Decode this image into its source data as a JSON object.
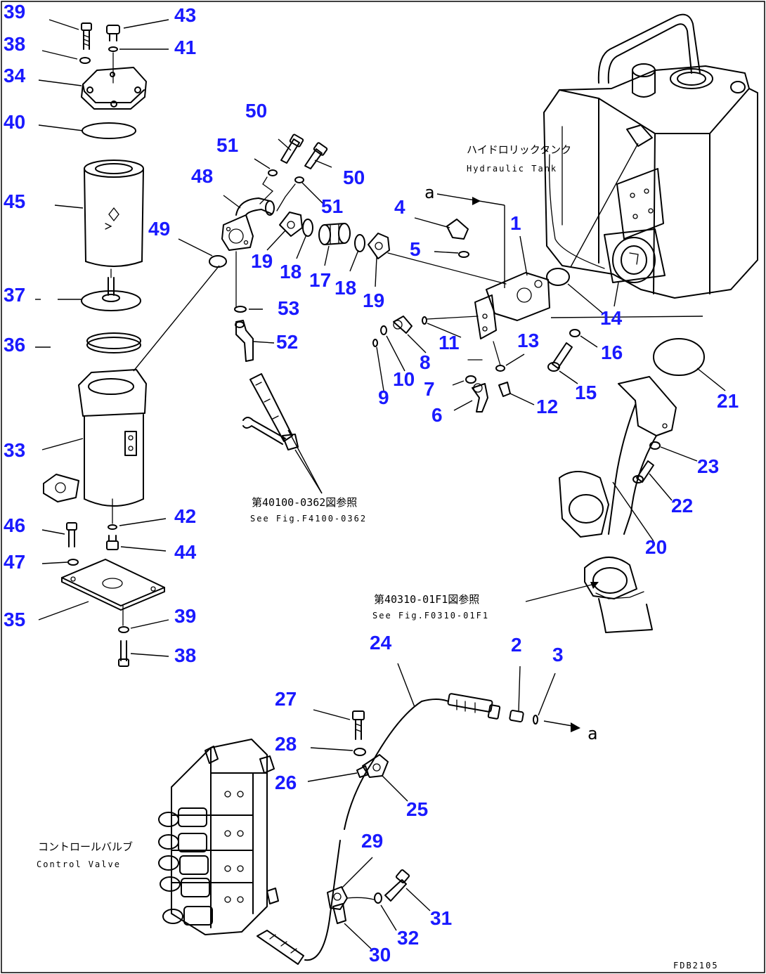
{
  "callouts": [
    {
      "id": "c39a",
      "label": "39"
    },
    {
      "id": "c43",
      "label": "43"
    },
    {
      "id": "c38a",
      "label": "38"
    },
    {
      "id": "c41",
      "label": "41"
    },
    {
      "id": "c34",
      "label": "34"
    },
    {
      "id": "c40",
      "label": "40"
    },
    {
      "id": "c45",
      "label": "45"
    },
    {
      "id": "c37",
      "label": "37"
    },
    {
      "id": "c36",
      "label": "36"
    },
    {
      "id": "c33",
      "label": "33"
    },
    {
      "id": "c46",
      "label": "46"
    },
    {
      "id": "c42",
      "label": "42"
    },
    {
      "id": "c44",
      "label": "44"
    },
    {
      "id": "c47",
      "label": "47"
    },
    {
      "id": "c35",
      "label": "35"
    },
    {
      "id": "c39b",
      "label": "39"
    },
    {
      "id": "c38b",
      "label": "38"
    },
    {
      "id": "c50a",
      "label": "50"
    },
    {
      "id": "c51a",
      "label": "51"
    },
    {
      "id": "c50b",
      "label": "50"
    },
    {
      "id": "c48",
      "label": "48"
    },
    {
      "id": "c51b",
      "label": "51"
    },
    {
      "id": "c49",
      "label": "49"
    },
    {
      "id": "c19a",
      "label": "19"
    },
    {
      "id": "c18a",
      "label": "18"
    },
    {
      "id": "c17",
      "label": "17"
    },
    {
      "id": "c18b",
      "label": "18"
    },
    {
      "id": "c19b",
      "label": "19"
    },
    {
      "id": "c53",
      "label": "53"
    },
    {
      "id": "c52",
      "label": "52"
    },
    {
      "id": "c4",
      "label": "4"
    },
    {
      "id": "c1",
      "label": "1"
    },
    {
      "id": "c5",
      "label": "5"
    },
    {
      "id": "c14",
      "label": "14"
    },
    {
      "id": "c11",
      "label": "11"
    },
    {
      "id": "c13",
      "label": "13"
    },
    {
      "id": "c16",
      "label": "16"
    },
    {
      "id": "c8",
      "label": "8"
    },
    {
      "id": "c10",
      "label": "10"
    },
    {
      "id": "c9",
      "label": "9"
    },
    {
      "id": "c7",
      "label": "7"
    },
    {
      "id": "c6",
      "label": "6"
    },
    {
      "id": "c12",
      "label": "12"
    },
    {
      "id": "c15",
      "label": "15"
    },
    {
      "id": "c21",
      "label": "21"
    },
    {
      "id": "c23",
      "label": "23"
    },
    {
      "id": "c22",
      "label": "22"
    },
    {
      "id": "c20",
      "label": "20"
    },
    {
      "id": "c24",
      "label": "24"
    },
    {
      "id": "c2",
      "label": "2"
    },
    {
      "id": "c3",
      "label": "3"
    },
    {
      "id": "c27",
      "label": "27"
    },
    {
      "id": "c28",
      "label": "28"
    },
    {
      "id": "c26",
      "label": "26"
    },
    {
      "id": "c25",
      "label": "25"
    },
    {
      "id": "c29",
      "label": "29"
    },
    {
      "id": "c31",
      "label": "31"
    },
    {
      "id": "c32",
      "label": "32"
    },
    {
      "id": "c30",
      "label": "30"
    }
  ],
  "notes": {
    "hydraulic_tank_jp": "ハイドロリックタンク",
    "hydraulic_tank_en": "Hydraulic Tank",
    "see_fig_1_jp": "第40100-0362図参照",
    "see_fig_1_en": "See Fig.F4100-0362",
    "see_fig_2_jp": "第40310-01F1図参照",
    "see_fig_2_en": "See Fig.F0310-01F1",
    "control_valve_jp": "コントロールバルブ",
    "control_valve_en": "Control Valve",
    "connection_a_top": "a",
    "connection_a_bottom": "a",
    "drawing_code": "FDB2105"
  }
}
